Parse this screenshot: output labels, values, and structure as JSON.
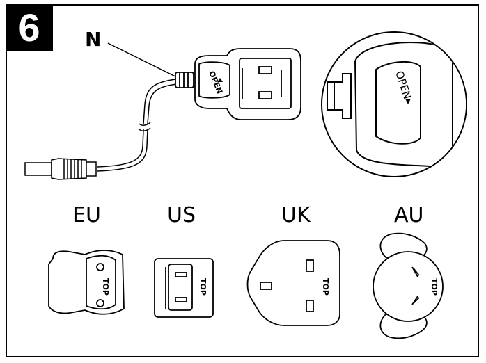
{
  "step_number": "6",
  "callout_label": "N",
  "open_text": "OPEN",
  "adapters": [
    {
      "label": "EU",
      "marking": "TOP"
    },
    {
      "label": "US",
      "marking": "TOP"
    },
    {
      "label": "UK",
      "marking": "TOP"
    },
    {
      "label": "AU",
      "marking": "TOP"
    }
  ]
}
